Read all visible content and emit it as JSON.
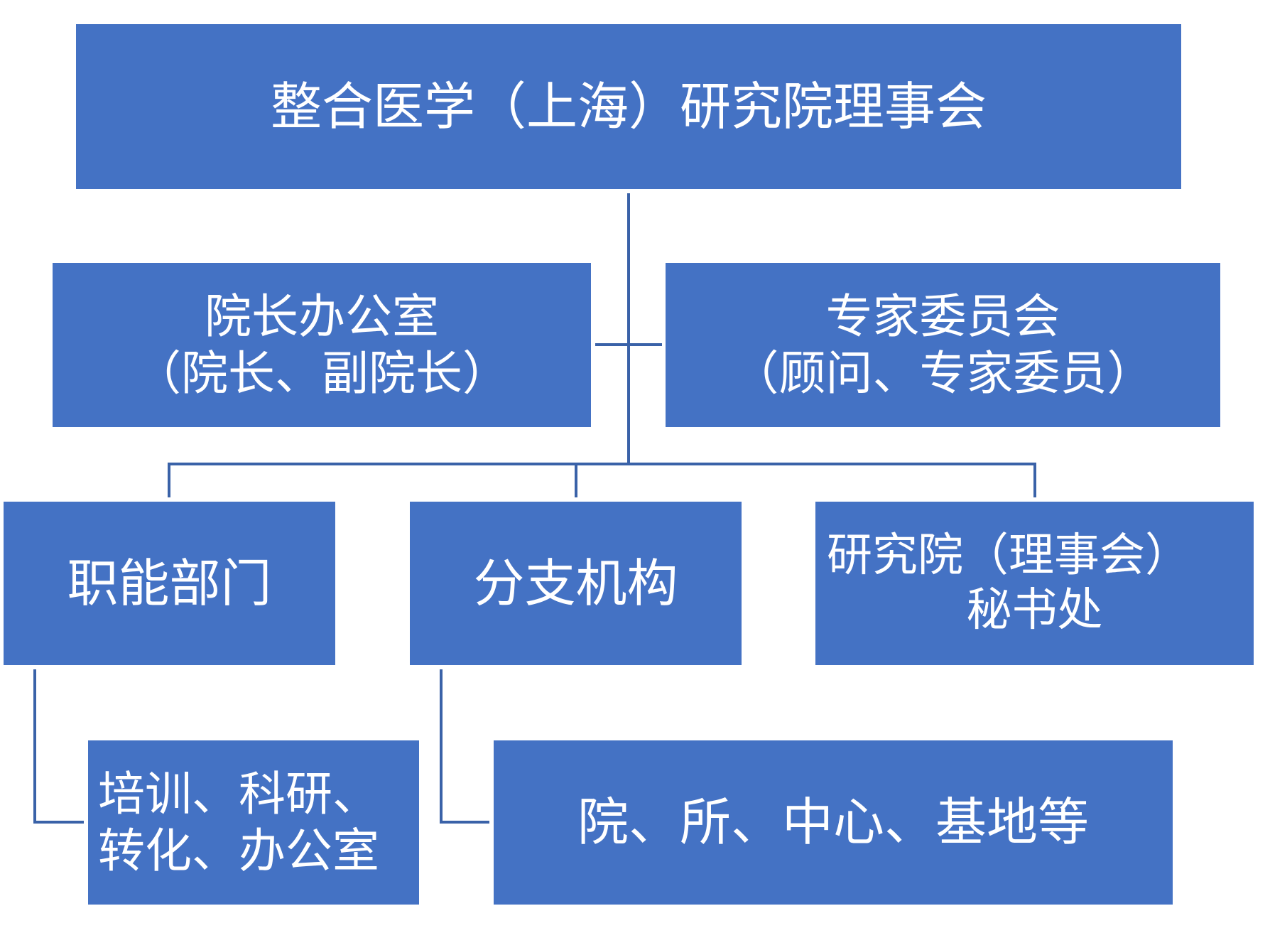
{
  "board": {
    "title": "整合医学（上海）研究院理事会"
  },
  "president_office": {
    "line1": "院长办公室",
    "line2": "（院长、副院长）"
  },
  "expert_committee": {
    "line1": "专家委员会",
    "line2": "（顾问、专家委员）"
  },
  "functional_departments": {
    "label": "职能部门"
  },
  "branches": {
    "label": "分支机构"
  },
  "secretariat": {
    "line1": "研究院（理事会）",
    "line2": "秘书处"
  },
  "functional_sub": {
    "line1": "培训、科研、",
    "line2": "转化、办公室"
  },
  "branches_sub": {
    "label": "院、所、中心、基地等"
  },
  "colors": {
    "box": "#4472C4",
    "connector": "#3A62A8",
    "text": "#ffffff"
  }
}
